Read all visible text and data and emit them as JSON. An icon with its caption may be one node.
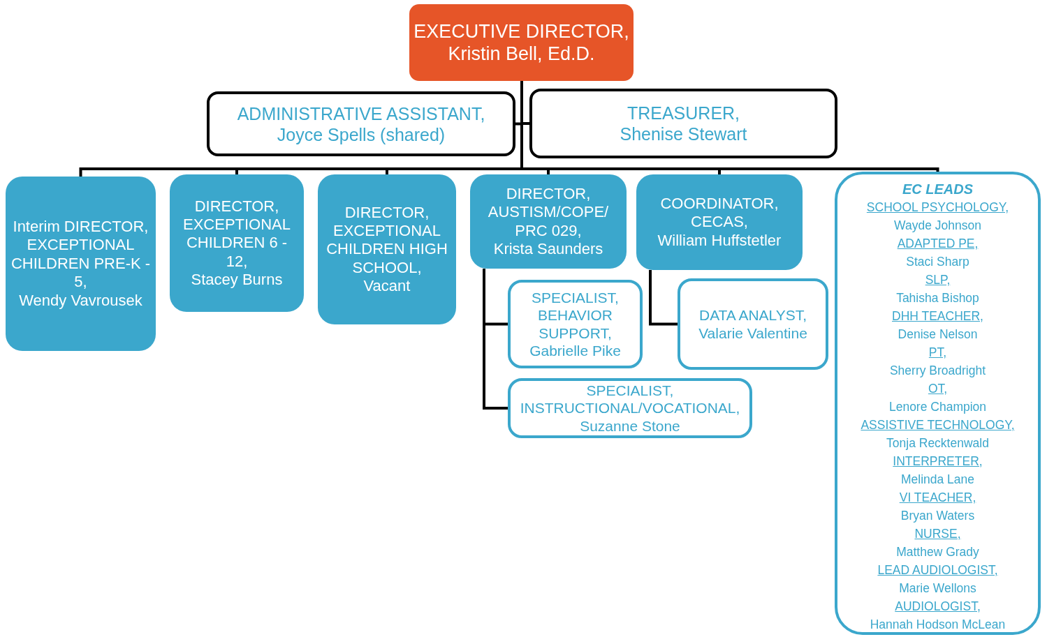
{
  "diagram": {
    "nodes": [
      {
        "text": [
          "EXECUTIVE DIRECTOR,",
          "Kristin Bell, Ed.D."
        ]
      },
      {
        "text": [
          "ADMINISTRATIVE ASSISTANT,",
          "Joyce Spells (shared)"
        ]
      },
      {
        "text": [
          "TREASURER,",
          "Shenise Stewart"
        ]
      },
      {
        "text": [
          "Interim DIRECTOR, EXCEPTIONAL CHILDREN PRE-K - 5,",
          "Wendy Vavrousek"
        ]
      },
      {
        "text": [
          "DIRECTOR, EXCEPTIONAL CHILDREN 6 - 12,",
          "Stacey Burns"
        ]
      },
      {
        "text": [
          "DIRECTOR, EXCEPTIONAL CHILDREN HIGH SCHOOL,",
          "Vacant"
        ]
      },
      {
        "text": [
          "DIRECTOR, AUSTISM/COPE/ PRC 029,",
          "Krista Saunders"
        ]
      },
      {
        "text": [
          "COORDINATOR, CECAS,",
          "William Huffstetler"
        ]
      },
      {
        "text": [
          "SPECIALIST, BEHAVIOR SUPPORT,",
          "Gabrielle Pike"
        ]
      },
      {
        "text": [
          "DATA ANALYST,",
          "Valarie Valentine"
        ]
      },
      {
        "text": [
          "SPECIALIST, INSTRUCTIONAL/VOCATIONAL,",
          "Suzanne Stone"
        ]
      },
      {
        "text": [
          "EC LEADS",
          "SCHOOL PSYCHOLOGY,",
          "Wayde Johnson",
          "ADAPTED PE,",
          "Staci Sharp",
          "SLP,",
          "Tahisha Bishop",
          "DHH TEACHER,",
          "Denise Nelson",
          "PT,",
          "Sherry Broadright",
          "OT,",
          "Lenore Champion",
          "ASSISTIVE TECHNOLOGY,",
          "Tonja Recktenwald",
          "INTERPRETER,",
          "Melinda Lane",
          "VI TEACHER,",
          "Bryan Waters",
          "NURSE,",
          "Matthew Grady",
          "LEAD AUDIOLOGIST,",
          "Marie Wellons",
          "AUDIOLOGIST,",
          "Hannah Hodson McLean"
        ]
      }
    ],
    "edges": [
      {
        "from": 0,
        "to": 1,
        "arrow": "none"
      },
      {
        "from": 0,
        "to": 2,
        "arrow": "none"
      },
      {
        "from": 0,
        "to": 3,
        "arrow": "none"
      },
      {
        "from": 0,
        "to": 4,
        "arrow": "none"
      },
      {
        "from": 0,
        "to": 5,
        "arrow": "none"
      },
      {
        "from": 0,
        "to": 6,
        "arrow": "none"
      },
      {
        "from": 0,
        "to": 7,
        "arrow": "none"
      },
      {
        "from": 0,
        "to": 11,
        "arrow": "none"
      },
      {
        "from": 6,
        "to": 8,
        "arrow": "none"
      },
      {
        "from": 6,
        "to": 10,
        "arrow": "none"
      },
      {
        "from": 7,
        "to": 9,
        "arrow": "none"
      }
    ]
  }
}
